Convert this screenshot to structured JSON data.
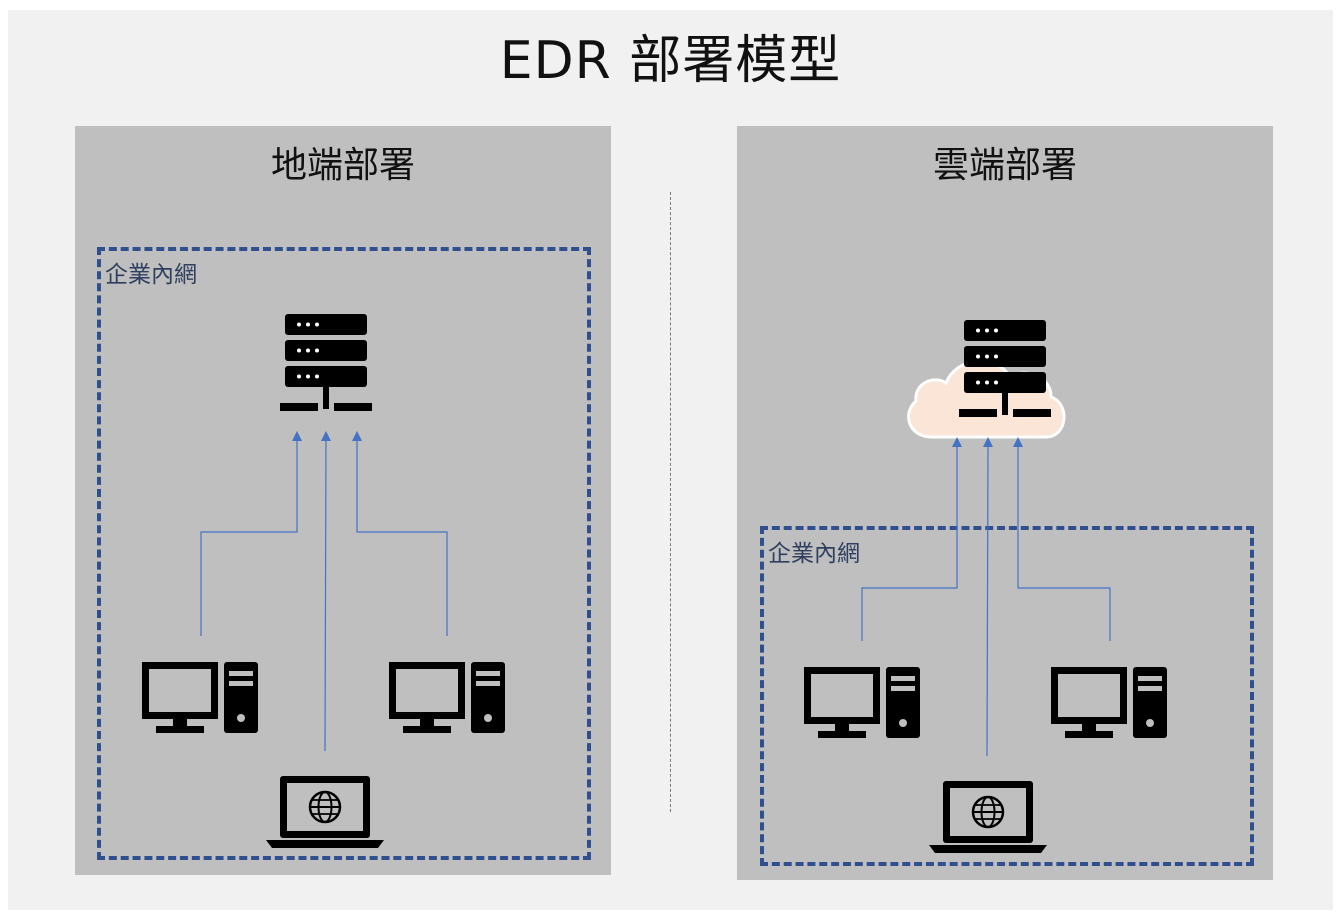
{
  "diagram": {
    "title": "EDR 部署模型",
    "left_panel": {
      "title": "地端部署",
      "intranet_label": "企業內網",
      "icons": [
        "server-icon",
        "desktop-computer-icon",
        "desktop-computer-icon",
        "laptop-globe-icon"
      ]
    },
    "right_panel": {
      "title": "雲端部署",
      "intranet_label": "企業內網",
      "icons": [
        "cloud-icon",
        "server-icon",
        "desktop-computer-icon",
        "desktop-computer-icon",
        "laptop-globe-icon"
      ]
    },
    "colors": {
      "background": "#f1f1f1",
      "panel": "#bfbfbf",
      "dashed_border": "#2f4f8f",
      "arrow": "#4472c4",
      "cloud_fill": "#fbe5d6",
      "icon": "#000000"
    }
  }
}
